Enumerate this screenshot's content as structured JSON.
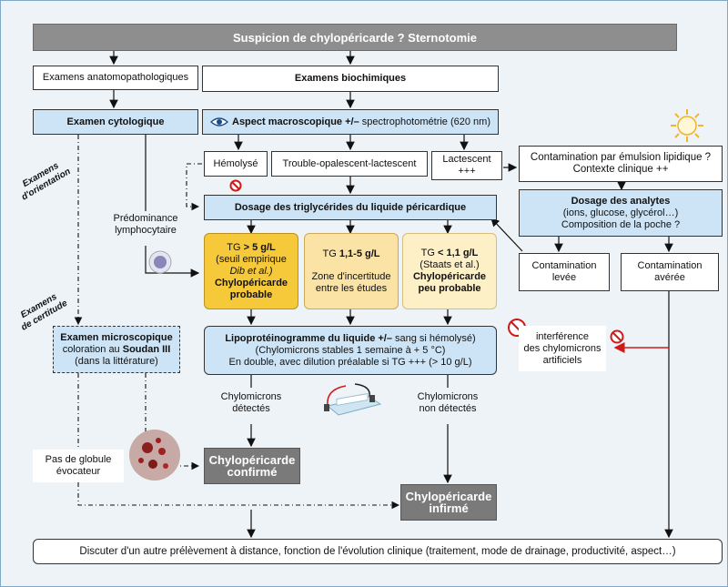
{
  "title": "Suspicion de chylopéricarde ? Sternotomie",
  "exams_anapath": "Examens anatomopathologiques",
  "exams_biochem": "Examens biochimiques",
  "cytology": "Examen cytologique",
  "aspect_bold": "Aspect macroscopique +/–",
  "aspect_rest": " spectrophotométrie (620 nm)",
  "hemolyse": "Hémolysé",
  "trouble": "Trouble-opalescent-lactescent",
  "lactescent_1": "Lactescent",
  "lactescent_2": "+++",
  "contamination_1": "Contamination par émulsion lipidique ?",
  "contamination_2": "Contexte clinique ++",
  "dosage_tg": "Dosage des triglycérides du liquide péricardique",
  "analytes_title": "Dosage des analytes",
  "analytes_1": "(ions, glucose, glycérol…)",
  "analytes_2": "Composition de la poche ?",
  "predominance_1": "Prédominance",
  "predominance_2": "lymphocytaire",
  "tg1": {
    "prefix": "TG ",
    "value": "> 5 g/L",
    "l2": "(seuil empirique",
    "l3": "Dib et al.)",
    "l4": "Chylopéricarde",
    "l5": "probable"
  },
  "tg2": {
    "prefix": "TG ",
    "value": "1,1-5 g/L",
    "l2": "Zone d'incertitude",
    "l3": "entre les études"
  },
  "tg3": {
    "prefix": "TG ",
    "value": "< 1,1 g/L",
    "l2": "(Staats et al.)",
    "l3": "Chylopéricarde",
    "l4": "peu probable"
  },
  "cont_levee_1": "Contamination",
  "cont_levee_2": "levée",
  "cont_averee_1": "Contamination",
  "cont_averee_2": "avérée",
  "soudan_1": "Examen microscopique",
  "soudan_2a": "coloration au ",
  "soudan_2b": "Soudan III",
  "soudan_3": "(dans la littérature)",
  "lipo_bold": "Lipoprotéinogramme du liquide +/–",
  "lipo_rest": " sang si hémolysé)",
  "lipo_2": "(Chylomicrons stables 1 semaine à + 5 °C)",
  "lipo_3": "En double, avec dilution préalable si TG +++ (> 10 g/L)",
  "interference_1": "interférence",
  "interference_2": "des chylomicrons",
  "interference_3": "artificiels",
  "chylo_det_1": "Chylomicrons",
  "chylo_det_2": "détectés",
  "chylo_nondet_1": "Chylomicrons",
  "chylo_nondet_2": "non détectés",
  "pas_globule_1": "Pas de globule",
  "pas_globule_2": "évocateur",
  "confirme_1": "Chylopéricarde",
  "confirme_2": "confirmé",
  "infirme_1": "Chylopéricarde",
  "infirme_2": "infirmé",
  "bottom": "Discuter d'un autre prélèvement à distance, fonction de l'évolution clinique (traitement, mode de drainage, productivité, aspect…)",
  "side_orientation_1": "Examens",
  "side_orientation_2": "d'orientation",
  "side_certitude_1": "Examens",
  "side_certitude_2": "de certitude",
  "colors": {
    "blue": "#cde4f6",
    "tg_high": "#f5c93a",
    "tg_mid": "#fbe3a6",
    "tg_low": "#fdefc6",
    "grey": "#8e8e8e",
    "red": "#d01a1a"
  }
}
